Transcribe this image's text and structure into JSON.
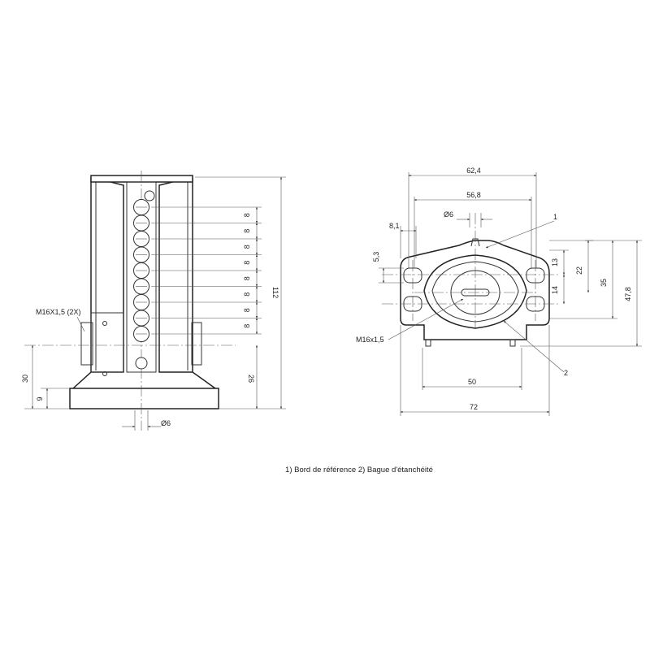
{
  "caption": "1) Bord de référence  2) Bague d'étanchéité",
  "left_view": {
    "thread_label": "M16X1,5 (2X)",
    "pitch_label": "8",
    "pitch_count": 8,
    "overall_height": "112",
    "lower_offset": "26",
    "axis_height": "30",
    "base_height": "9",
    "pin_diameter": "Ø6"
  },
  "right_view": {
    "width_outer": "62,4",
    "width_inner": "56,8",
    "hole_diameter": "Ø6",
    "dim_8_1": "8,1",
    "dim_5_3": "5,3",
    "dim_13": "13",
    "dim_22": "22",
    "dim_14": "14",
    "dim_35": "35",
    "dim_47_8": "47,8",
    "thread_label": "M16x1,5",
    "callout_1": "1",
    "callout_2": "2",
    "base_width_inner": "50",
    "base_width_outer": "72"
  }
}
